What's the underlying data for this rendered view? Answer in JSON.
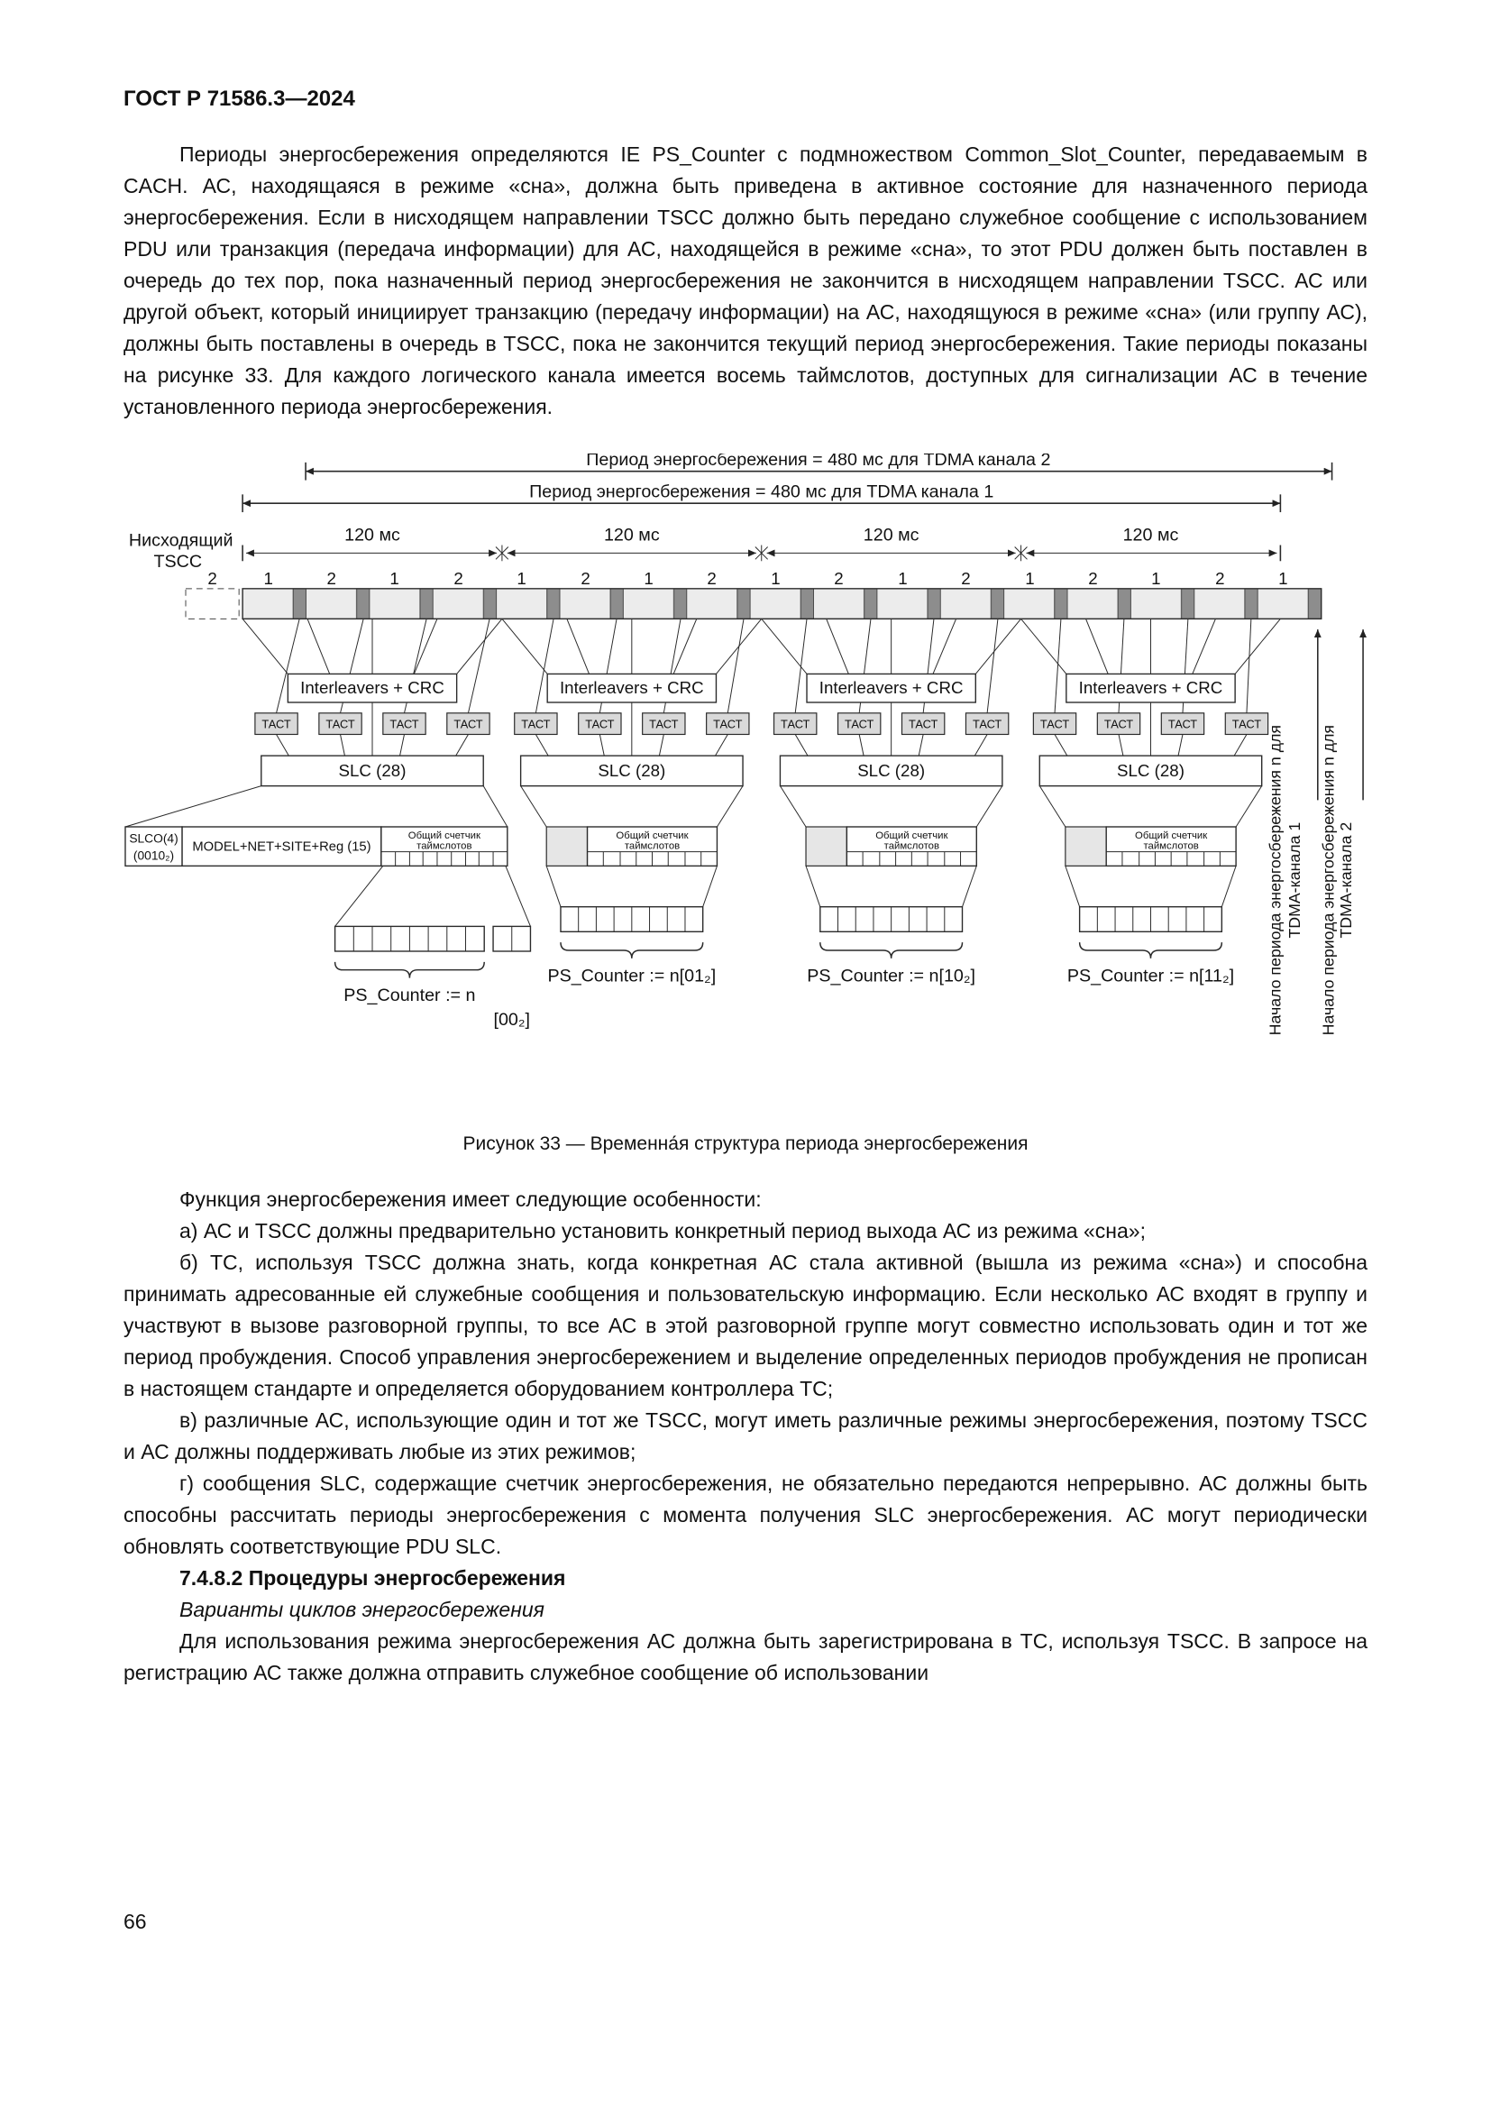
{
  "page": {
    "header": "ГОСТ Р 71586.3—2024",
    "page_number": "66"
  },
  "body": {
    "p1": "Периоды энергосбережения определяются IE PS_Counter с подмножеством Common_Slot_Counter, передаваемым в CACH. АС, находящаяся в режиме «сна», должна быть приведена в активное состояние для назначенного периода энергосбережения. Если в нисходящем направлении TSCC должно быть передано служебное сообщение с использованием PDU или транзакция (передача информации) для АС, находящейся в режиме «сна», то этот PDU должен быть поставлен в очередь до тех пор, пока назначенный период энергосбережения не закончится в нисходящем направлении TSCC. АС или другой объект, который инициирует транзакцию (передачу информации) на АС, находящуюся в режиме «сна» (или группу АС), должны быть поставлены в очередь в TSCC, пока не закончится текущий период энергосбережения. Такие периоды показаны на рисунке 33. Для каждого логического канала имеется восемь таймслотов, доступных для сигнализации АС в течение установленного периода энергосбережения.",
    "p2": "Функция энергосбережения имеет следующие особенности:",
    "p3": "а) АС и TSCC должны предварительно установить конкретный период выхода АС из режима «сна»;",
    "p4": "б) ТС, используя TSCC должна знать, когда конкретная АС стала активной (вышла из режима «сна») и способна принимать адресованные ей служебные сообщения и пользовательскую информацию. Если несколько АС входят в группу и участвуют в вызове разговорной группы, то все АС в этой разговорной группе могут совместно использовать один и тот же период пробуждения. Способ управления энергосбережением и выделение определенных периодов пробуждения не прописан в настоящем стандарте и определяется оборудованием контроллера ТС;",
    "p5": "в) различные АС, использующие один и тот же TSCC, могут иметь различные режимы энергосбережения, поэтому TSCC и АС должны поддерживать любые из этих режимов;",
    "p6": "г) сообщения SLC, содержащие счетчик энергосбережения, не обязательно передаются непрерывно. АС должны быть способны рассчитать периоды энергосбережения с момента получения SLC энергосбережения. АС могут периодически обновлять соответствующие PDU SLC.",
    "p7": "7.4.8.2 Процедуры энергосбережения",
    "p8": "Варианты циклов энергосбережения",
    "p9": "Для использования режима энергосбережения АС должна быть зарегистрирована в ТС, используя TSCC. В запросе на регистрацию АС также должна отправить служебное сообщение об использовании"
  },
  "figure": {
    "caption": "Рисунок 33 — Временна́я структура периода энергосбережения",
    "arrow_ch2": "Период энергосбережения = 480 мс для TDMA канала 2",
    "arrow_ch1": "Период энергосбережения = 480 мс для TDMA канала 1",
    "downlink_line1": "Нисходящий",
    "downlink_line2": "TSCC",
    "interval": "120 мс",
    "slot_numbers": [
      "2",
      "1",
      "2",
      "1",
      "2",
      "1",
      "2",
      "1",
      "2",
      "1",
      "2",
      "1",
      "2",
      "1",
      "2",
      "1",
      "2",
      "1"
    ],
    "interleavers": "Interleavers + CRC",
    "tact": "ТАСТ",
    "slc": "SLC (28)",
    "slco_line1": "SLCO(4)",
    "slco_line2": "(0010₂)",
    "model": "MODEL+NET+SITE+Reg (15)",
    "counter_line1": "Общий счетчик",
    "counter_line2": "таймслотов",
    "ps1": "PS_Counter := n",
    "ps1b": "[00₂]",
    "ps2": "PS_Counter := n[01₂]",
    "ps3": "PS_Counter := n[10₂]",
    "ps4": "PS_Counter := n[11₂]",
    "start1_line1": "Начало периода энергосбережения n для",
    "start1_line2": "TDMA-канала 1",
    "start2_line1": "Начало периода энергосбережения n для",
    "start2_line2": "TDMA-канала 2"
  }
}
